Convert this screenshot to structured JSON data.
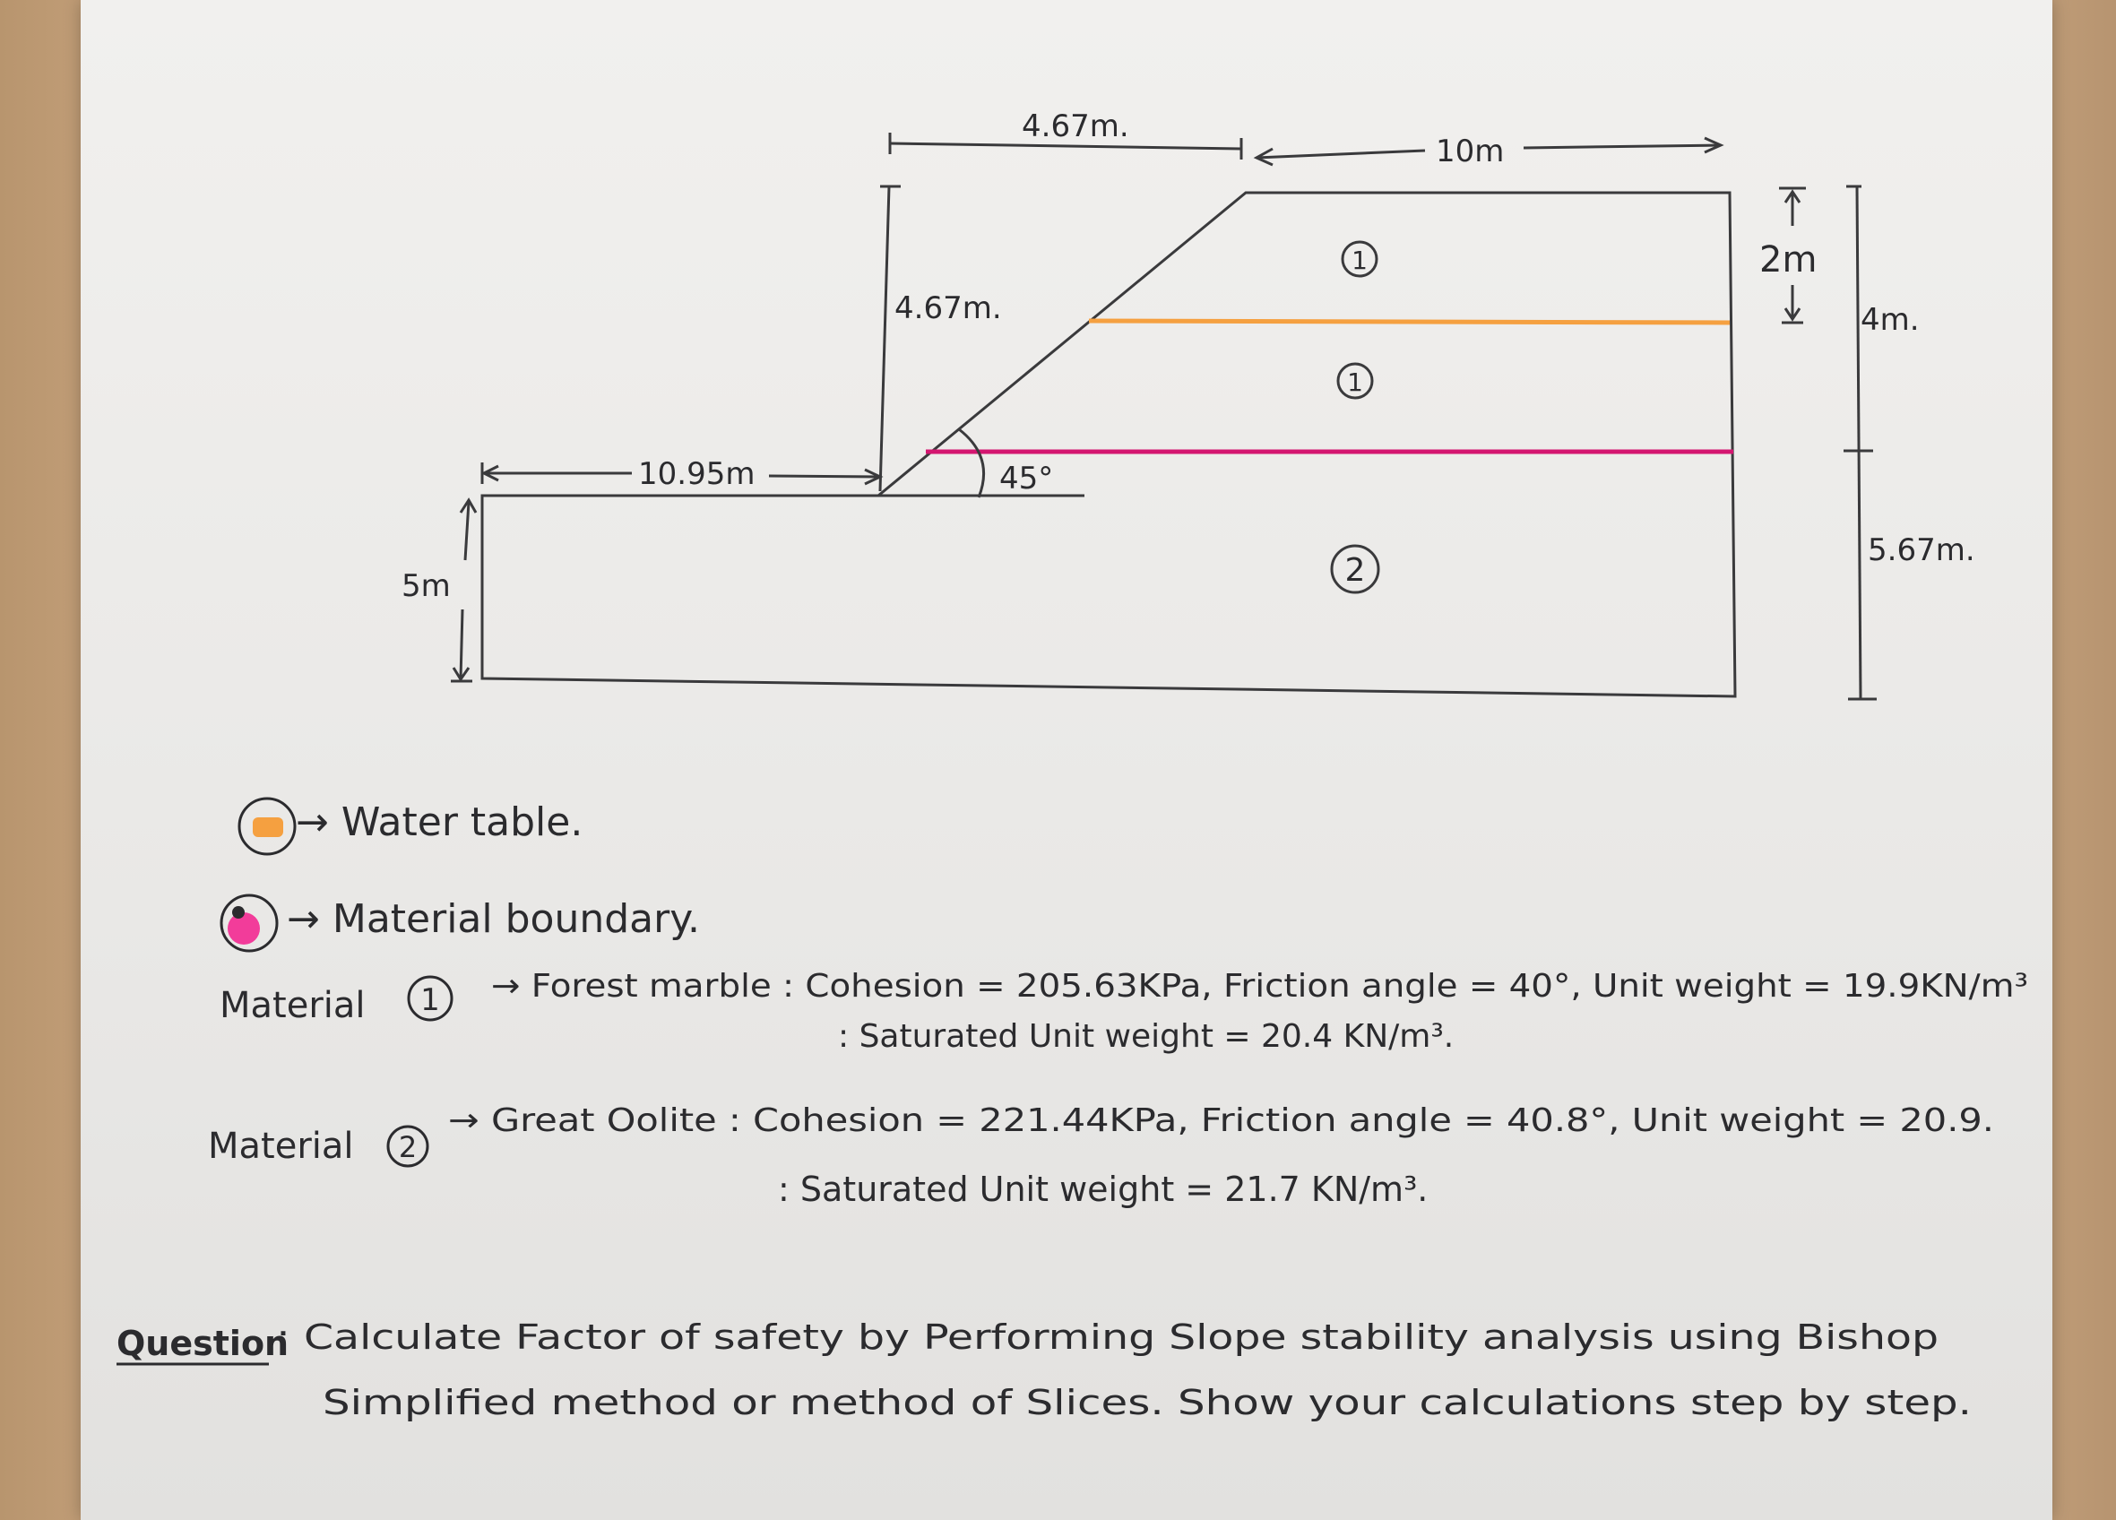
{
  "dimensions": {
    "top_horizontal": "4.67m.",
    "top_right": "10m",
    "vertical_slope": "4.67m.",
    "right_2m": "2m",
    "right_4m": "4m.",
    "right_567": "5.67m.",
    "left_base": "10.95m",
    "left_5m": "5m",
    "angle": "45°"
  },
  "zones": {
    "zone_top": "1",
    "zone_middle": "1",
    "zone_bottom": "2"
  },
  "colors": {
    "water_table": "#f5a040",
    "material_boundary": "#d41670",
    "ink": "#3a3a3c"
  },
  "legend": {
    "water_table_label": "→ Water table.",
    "boundary_label": "→ Material boundary."
  },
  "materials": {
    "m1_prefix": "Material",
    "m1_num": "1",
    "m1_line1": "→ Forest marble : Cohesion = 205.63KPa, Friction angle = 40°, Unit weight = 19.9KN/m³",
    "m1_line2": ": Saturated Unit weight = 20.4 KN/m³.",
    "m2_prefix": "Material",
    "m2_num": "2",
    "m2_line1": "→ Great Oolite : Cohesion = 221.44KPa, Friction angle = 40.8°, Unit weight = 20.9.",
    "m2_line2": ": Saturated Unit weight = 21.7 KN/m³."
  },
  "question": {
    "label": "Question",
    "line1": ": Calculate Factor of safety by Performing Slope stability analysis using Bishop",
    "line2": "Simplified method or method of Slices. Show your calculations step by step."
  }
}
